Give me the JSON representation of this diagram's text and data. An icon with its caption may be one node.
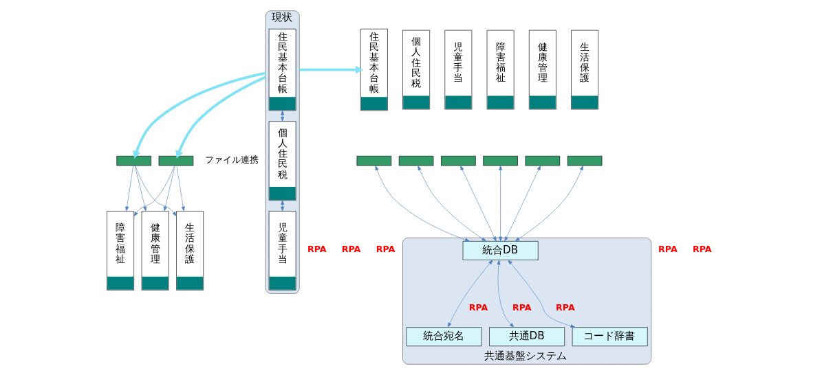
{
  "diagram": {
    "nodes": [
      {
        "text": [
          "現状"
        ]
      },
      {
        "text": [
          "住民基本台帳"
        ],
        "in": 0
      },
      {
        "text": [
          "個人住民税"
        ],
        "in": 0
      },
      {
        "text": [
          "児童手当"
        ],
        "in": 0
      },
      {
        "text": [],
        "shape": "bar"
      },
      {
        "text": [],
        "shape": "bar"
      },
      {
        "text": [
          "障害福祉"
        ]
      },
      {
        "text": [
          "健康管理"
        ]
      },
      {
        "text": [
          "生活保護"
        ]
      },
      {
        "text": [
          "住民基本台帳"
        ]
      },
      {
        "text": [
          "個人住民税"
        ]
      },
      {
        "text": [
          "児童手当"
        ]
      },
      {
        "text": [
          "障害福祉"
        ]
      },
      {
        "text": [
          "健康管理"
        ]
      },
      {
        "text": [
          "生活保護"
        ]
      },
      {
        "text": [],
        "shape": "bar"
      },
      {
        "text": [],
        "shape": "bar"
      },
      {
        "text": [],
        "shape": "bar"
      },
      {
        "text": [],
        "shape": "bar"
      },
      {
        "text": [],
        "shape": "bar"
      },
      {
        "text": [],
        "shape": "bar"
      },
      {
        "text": [
          "共通基盤システム"
        ]
      },
      {
        "text": [
          "統合DB"
        ],
        "in": 21
      },
      {
        "text": [
          "統合宛名"
        ],
        "in": 21
      },
      {
        "text": [
          "共通DB"
        ],
        "in": 21
      },
      {
        "text": [
          "コード辞書"
        ],
        "in": 21
      }
    ],
    "edges": [
      {
        "from": 1,
        "to": 2,
        "arrow": "both"
      },
      {
        "from": 2,
        "to": 3,
        "arrow": "both"
      },
      {
        "from": 0,
        "to": 4,
        "arrow": "to",
        "style": "thick",
        "color": "#7fe3f5"
      },
      {
        "from": 0,
        "to": 5,
        "arrow": "to",
        "style": "thick",
        "color": "#7fe3f5"
      },
      {
        "from": 4,
        "to": 6,
        "arrow": "to"
      },
      {
        "from": 4,
        "to": 7,
        "arrow": "to"
      },
      {
        "from": 4,
        "to": 8,
        "arrow": "to"
      },
      {
        "from": 5,
        "to": 6,
        "arrow": "to"
      },
      {
        "from": 5,
        "to": 7,
        "arrow": "to"
      },
      {
        "from": 5,
        "to": 8,
        "arrow": "to"
      },
      {
        "from": 0,
        "to": 9,
        "arrow": "to",
        "style": "thick",
        "color": "#7fe3f5"
      },
      {
        "from": 15,
        "to": 22,
        "arrow": "both"
      },
      {
        "from": 16,
        "to": 22,
        "arrow": "both"
      },
      {
        "from": 17,
        "to": 22,
        "arrow": "both"
      },
      {
        "from": 18,
        "to": 22,
        "arrow": "both"
      },
      {
        "from": 19,
        "to": 22,
        "arrow": "both"
      },
      {
        "from": 20,
        "to": 22,
        "arrow": "both"
      },
      {
        "from": 22,
        "to": 23,
        "arrow": "both"
      },
      {
        "from": 22,
        "to": 24,
        "arrow": "both"
      },
      {
        "from": 22,
        "to": 25,
        "arrow": "both"
      }
    ],
    "labels": [
      "ファイル連携",
      "RPA",
      "RPA",
      "RPA",
      "RPA",
      "RPA",
      "RPA",
      "RPA",
      "RPA"
    ]
  }
}
